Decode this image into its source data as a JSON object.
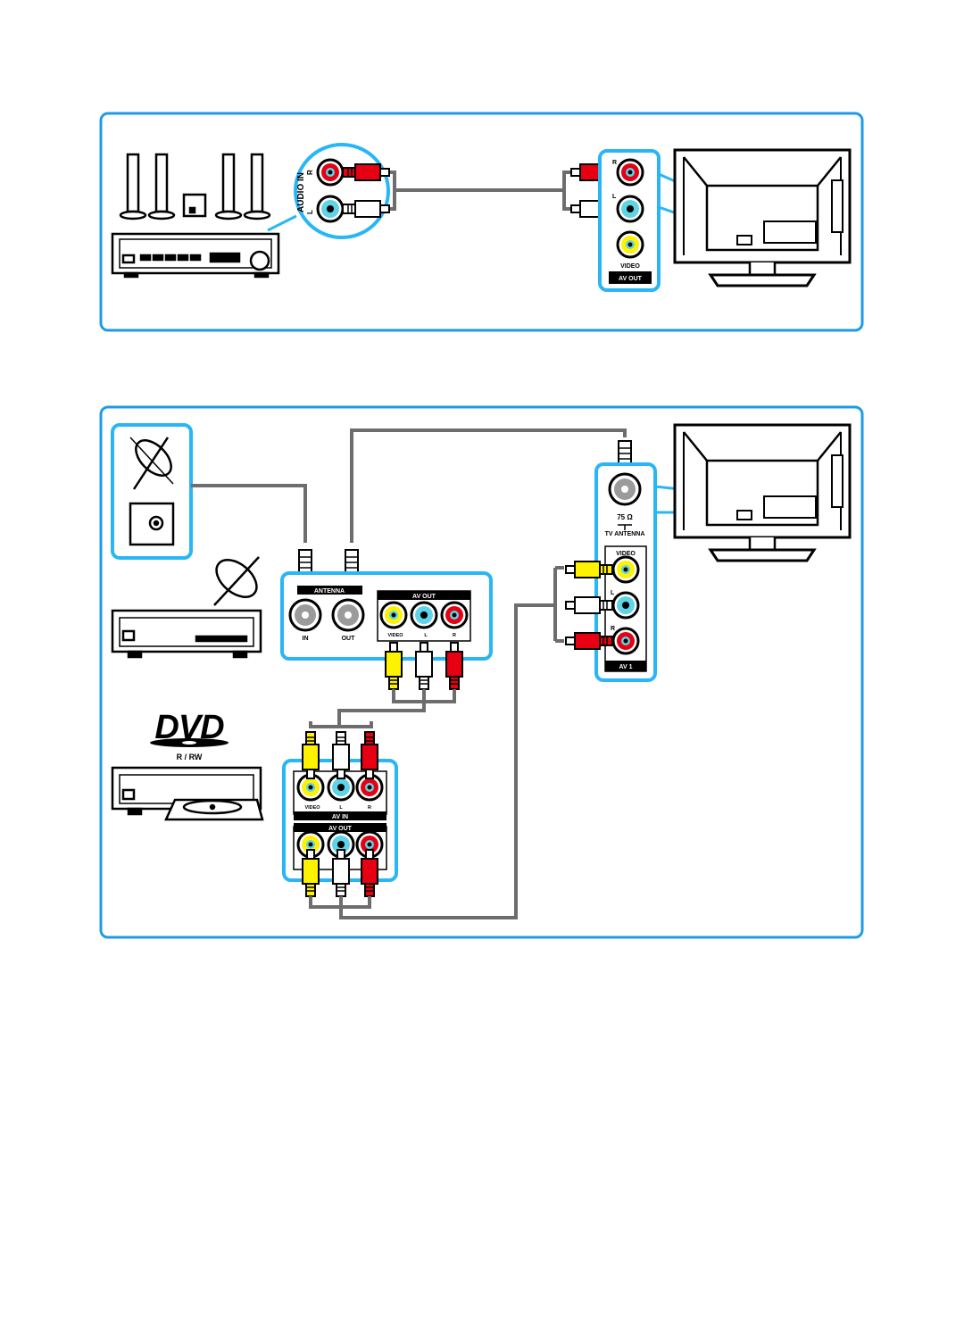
{
  "colors": {
    "frame": "#1e9be8",
    "highlight": "#29b6f6",
    "cable": "#6d6d6d",
    "video_plug": "#fff200",
    "audio_left_plug": "#ffffff",
    "audio_right_plug": "#e60012",
    "jack_ring": "#5fd3e8"
  },
  "diagram1": {
    "audio_in": {
      "title": "AUDIO IN",
      "r": "R",
      "l": "L"
    },
    "tv_av_out": {
      "r": "R",
      "l": "L",
      "video": "VIDEO",
      "title": "AV OUT"
    }
  },
  "diagram2": {
    "tv_antenna": {
      "ohm": "75 Ω",
      "title": "TV ANTENNA"
    },
    "tv_av1": {
      "video": "VIDEO",
      "l": "L",
      "r": "R",
      "title": "AV 1"
    },
    "receiver_panel": {
      "antenna": "ANTENNA",
      "in": "IN",
      "out": "OUT",
      "av_out": "AV OUT",
      "video": "VIDEO",
      "l": "L",
      "r": "R"
    },
    "dvd": {
      "logo": "DVD",
      "format": "R / RW",
      "video": "VIDEO",
      "l": "L",
      "r": "R",
      "av_in": "AV IN",
      "av_out": "AV OUT"
    }
  }
}
